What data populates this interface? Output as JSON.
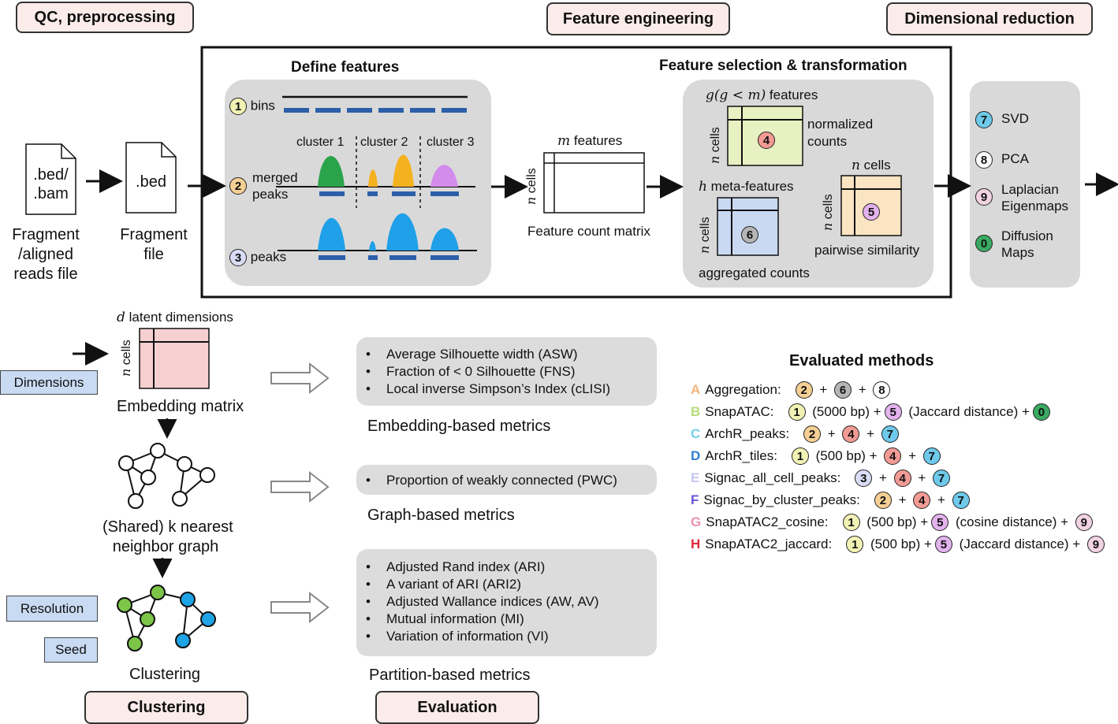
{
  "stages": {
    "qc": "QC, preprocessing",
    "feature": "Feature engineering",
    "dimred": "Dimensional reduction",
    "clustering": "Clustering",
    "evaluation": "Evaluation"
  },
  "files": {
    "bed_bam_icon": ".bed/\n.bam",
    "bed_icon": ".bed",
    "fragment_reads": "Fragment\n/aligned\nreads file",
    "fragment_file": "Fragment\nfile"
  },
  "define_features": {
    "title": "Define features",
    "n1": "1",
    "bins": "bins",
    "n2": "2",
    "merged": "merged\npeaks",
    "n3": "3",
    "peaks": "peaks",
    "cluster1": "cluster 1",
    "cluster2": "cluster 2",
    "cluster3": "cluster 3"
  },
  "count_matrix": {
    "m": "m",
    "features": " features",
    "n": "n",
    "cells": " cells",
    "label": "Feature count matrix"
  },
  "selection": {
    "title": "Feature selection & transformation",
    "g_label": "g(g < m)",
    "g_features": " features",
    "n4": "4",
    "normalized": "normalized\ncounts",
    "h": "h",
    "meta": " meta-features",
    "n6": "6",
    "aggregated": "aggregated counts",
    "ncells_top": "n cells",
    "n5": "5",
    "pairwise": "pairwise similarity",
    "n_letter": "n",
    "cells_word": " cells"
  },
  "dimred_items": [
    {
      "num": "7",
      "label": "SVD",
      "color": "#6ec9ea"
    },
    {
      "num": "8",
      "label": "PCA",
      "color": "#ffffff"
    },
    {
      "num": "9",
      "label": "Laplacian\nEigenmaps",
      "color": "#f2d3e2"
    },
    {
      "num": "0",
      "label": "Diffusion\nMaps",
      "color": "#3aaa63"
    }
  ],
  "embedding": {
    "d": "d",
    "latent": " latent dimensions",
    "n": "n",
    "cells": " cells",
    "label": "Embedding matrix",
    "dimensions": "Dimensions"
  },
  "graph": {
    "label": "(Shared) k nearest\nneighbor graph"
  },
  "clustering": {
    "resolution": "Resolution",
    "seed": "Seed",
    "label": "Clustering"
  },
  "metrics": {
    "embedding": [
      "Average Silhouette width (ASW)",
      "Fraction of < 0 Silhouette (FNS)",
      "Local inverse Simpson’s Index (cLISI)"
    ],
    "embedding_label": "Embedding-based metrics",
    "graph": [
      "Proportion of weakly connected (PWC)"
    ],
    "graph_label": "Graph-based metrics",
    "partition": [
      "Adjusted Rand index (ARI)",
      "A variant of ARI (ARI2)",
      "Adjusted Wallance indices (AW, AV)",
      "Mutual information (MI)",
      "Variation of information (VI)"
    ],
    "partition_label": "Partition-based metrics"
  },
  "methods": {
    "title": "Evaluated methods",
    "rows": [
      {
        "letter": "A",
        "color": "#f2b57a",
        "name": "Aggregation:",
        "parts": [
          {
            "c": "2",
            "bg": "#f5cf94"
          },
          {
            "t": " + "
          },
          {
            "c": "6",
            "bg": "#b5b5b5"
          },
          {
            "t": " + "
          },
          {
            "c": "8",
            "bg": "#ffffff"
          }
        ]
      },
      {
        "letter": "B",
        "color": "#b6dd7a",
        "name": "SnapATAC:",
        "parts": [
          {
            "c": "1",
            "bg": "#f2f2b5"
          },
          {
            "t": " (5000 bp) +"
          },
          {
            "c": "5",
            "bg": "#e3b3ee"
          },
          {
            "t": " (Jaccard distance) +"
          },
          {
            "c": "0",
            "bg": "#3aaa63"
          }
        ]
      },
      {
        "letter": "C",
        "color": "#76cfe6",
        "name": "ArchR_peaks:",
        "parts": [
          {
            "c": "2",
            "bg": "#f5cf94"
          },
          {
            "t": " + "
          },
          {
            "c": "4",
            "bg": "#f29a94"
          },
          {
            "t": " + "
          },
          {
            "c": "7",
            "bg": "#6ec9ea"
          }
        ]
      },
      {
        "letter": "D",
        "color": "#2f7fd1",
        "name": "ArchR_tiles:",
        "parts": [
          {
            "c": "1",
            "bg": "#f2f2b5"
          },
          {
            "t": " (500 bp) + "
          },
          {
            "c": "4",
            "bg": "#f29a94"
          },
          {
            "t": " + "
          },
          {
            "c": "7",
            "bg": "#6ec9ea"
          }
        ]
      },
      {
        "letter": "E",
        "color": "#c7c6f0",
        "name": "Signac_all_cell_peaks:",
        "parts": [
          {
            "c": "3",
            "bg": "#d8dcf5"
          },
          {
            "t": " + "
          },
          {
            "c": "4",
            "bg": "#f29a94"
          },
          {
            "t": " + "
          },
          {
            "c": "7",
            "bg": "#6ec9ea"
          }
        ]
      },
      {
        "letter": "F",
        "color": "#6a55d6",
        "name": "Signac_by_cluster_peaks:",
        "parts": [
          {
            "c": "2",
            "bg": "#f5cf94"
          },
          {
            "t": " + "
          },
          {
            "c": "4",
            "bg": "#f29a94"
          },
          {
            "t": " + "
          },
          {
            "c": "7",
            "bg": "#6ec9ea"
          }
        ]
      },
      {
        "letter": "G",
        "color": "#ef8fb5",
        "name": "SnapATAC2_cosine:",
        "parts": [
          {
            "c": "1",
            "bg": "#f2f2b5"
          },
          {
            "t": " (500 bp) +"
          },
          {
            "c": "5",
            "bg": "#e3b3ee"
          },
          {
            "t": " (cosine distance) + "
          },
          {
            "c": "9",
            "bg": "#f2d3e2"
          }
        ]
      },
      {
        "letter": "H",
        "color": "#e0283a",
        "name": "SnapATAC2_jaccard:",
        "parts": [
          {
            "c": "1",
            "bg": "#f2f2b5"
          },
          {
            "t": " (500 bp) +"
          },
          {
            "c": "5",
            "bg": "#e3b3ee"
          },
          {
            "t": " (Jaccard distance) + "
          },
          {
            "c": "9",
            "bg": "#f2d3e2"
          }
        ]
      }
    ]
  }
}
